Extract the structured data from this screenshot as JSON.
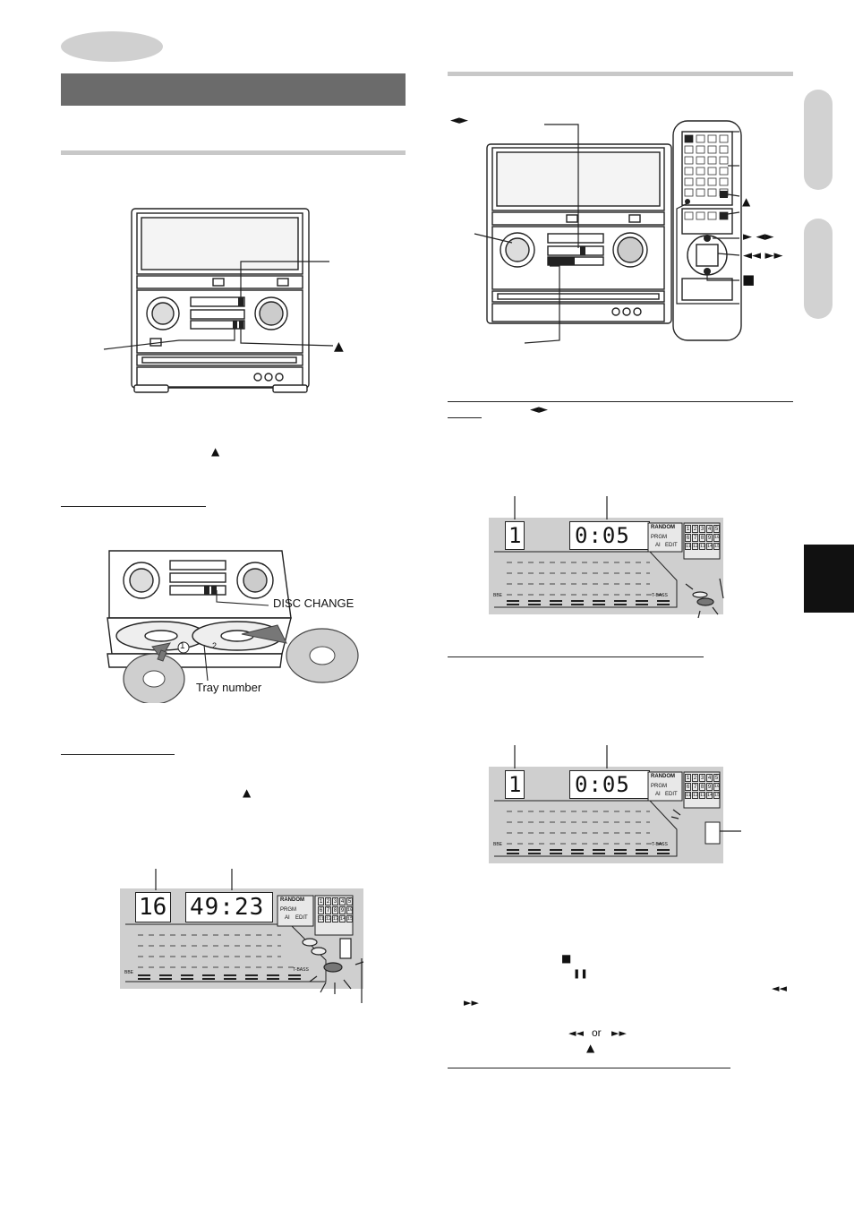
{
  "labels": {
    "disc_change": "DISC CHANGE",
    "tray_number": "Tray number",
    "tray_marker_1": "1",
    "tray_marker_2": "2"
  },
  "symbols": {
    "eject": "▲",
    "left_right": "◄►",
    "play_lr": "►  ◄►",
    "rew_ff": "◄◄  ►►",
    "stop": "■",
    "pause": "❚❚",
    "rew": "◄◄",
    "ff": "►►",
    "or_sep": "or"
  },
  "display1": {
    "track": "16",
    "time": "49:23",
    "random": "RANDOM",
    "prgm": "PRGM",
    "ai": "AI",
    "edit": "EDIT",
    "bbe": "BBE",
    "tmag": "T-BASS",
    "grid": [
      "1",
      "2",
      "3",
      "4",
      "5",
      "6",
      "7",
      "8",
      "9",
      "10",
      "11",
      "12",
      "13",
      "14",
      "15"
    ]
  },
  "display2": {
    "track": "1",
    "time": "0:05",
    "random": "RANDOM",
    "prgm": "PRGM",
    "ai": "AI",
    "edit": "EDIT",
    "bbe": "BBE",
    "tmag": "T-BASS",
    "grid": [
      "1",
      "2",
      "3",
      "4",
      "5",
      "6",
      "7",
      "8",
      "9",
      "10",
      "11",
      "12",
      "13",
      "14",
      "15"
    ]
  },
  "display3": {
    "track": "1",
    "time": "0:05",
    "random": "RANDOM",
    "prgm": "PRGM",
    "ai": "AI",
    "edit": "EDIT",
    "bbe": "BBE",
    "tmag": "T-BASS",
    "grid": [
      "1",
      "2",
      "3",
      "4",
      "5",
      "6",
      "7",
      "8",
      "9",
      "10",
      "11",
      "12",
      "13",
      "14",
      "15"
    ]
  }
}
